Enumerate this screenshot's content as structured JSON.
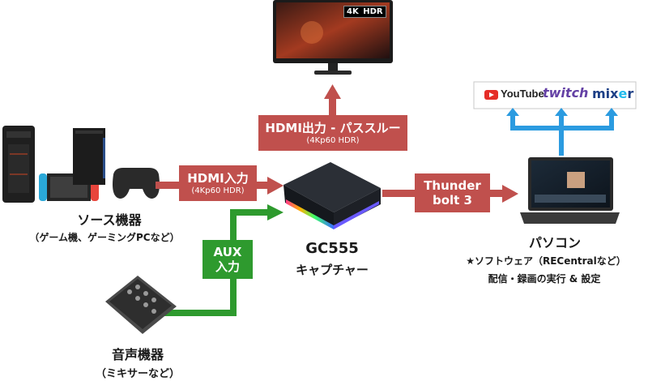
{
  "monitor": {
    "badge_4k": "4K",
    "badge_hdr": "HDR"
  },
  "streaming": {
    "youtube": "YouTube",
    "twitch": "twitch",
    "mixer_a": "mix",
    "mixer_b": "e",
    "mixer_c": "r"
  },
  "hdmi_out": {
    "title": "HDMI出力 - パススルー",
    "sub": "(4Kp60 HDR)"
  },
  "hdmi_in": {
    "title": "HDMI入力",
    "sub": "(4Kp60 HDR)"
  },
  "thunderbolt": {
    "line1": "Thunder",
    "line2": "bolt 3"
  },
  "aux": {
    "line1": "AUX",
    "line2": "入力"
  },
  "source": {
    "title": "ソース機器",
    "sub": "（ゲーム機、ゲーミングPCなど）"
  },
  "device": {
    "model": "GC555",
    "kind": "キャプチャー"
  },
  "pc": {
    "title": "パソコン",
    "line1": "★ソフトウェア（RECentralなど）",
    "line2": "配信・録画の実行 & 設定"
  },
  "audio": {
    "title": "音声機器",
    "sub": "（ミキサーなど）"
  },
  "colors": {
    "red_arrow": "#c0504d",
    "green_arrow": "#2e9a2e",
    "blue_arrow": "#2b9be0"
  }
}
